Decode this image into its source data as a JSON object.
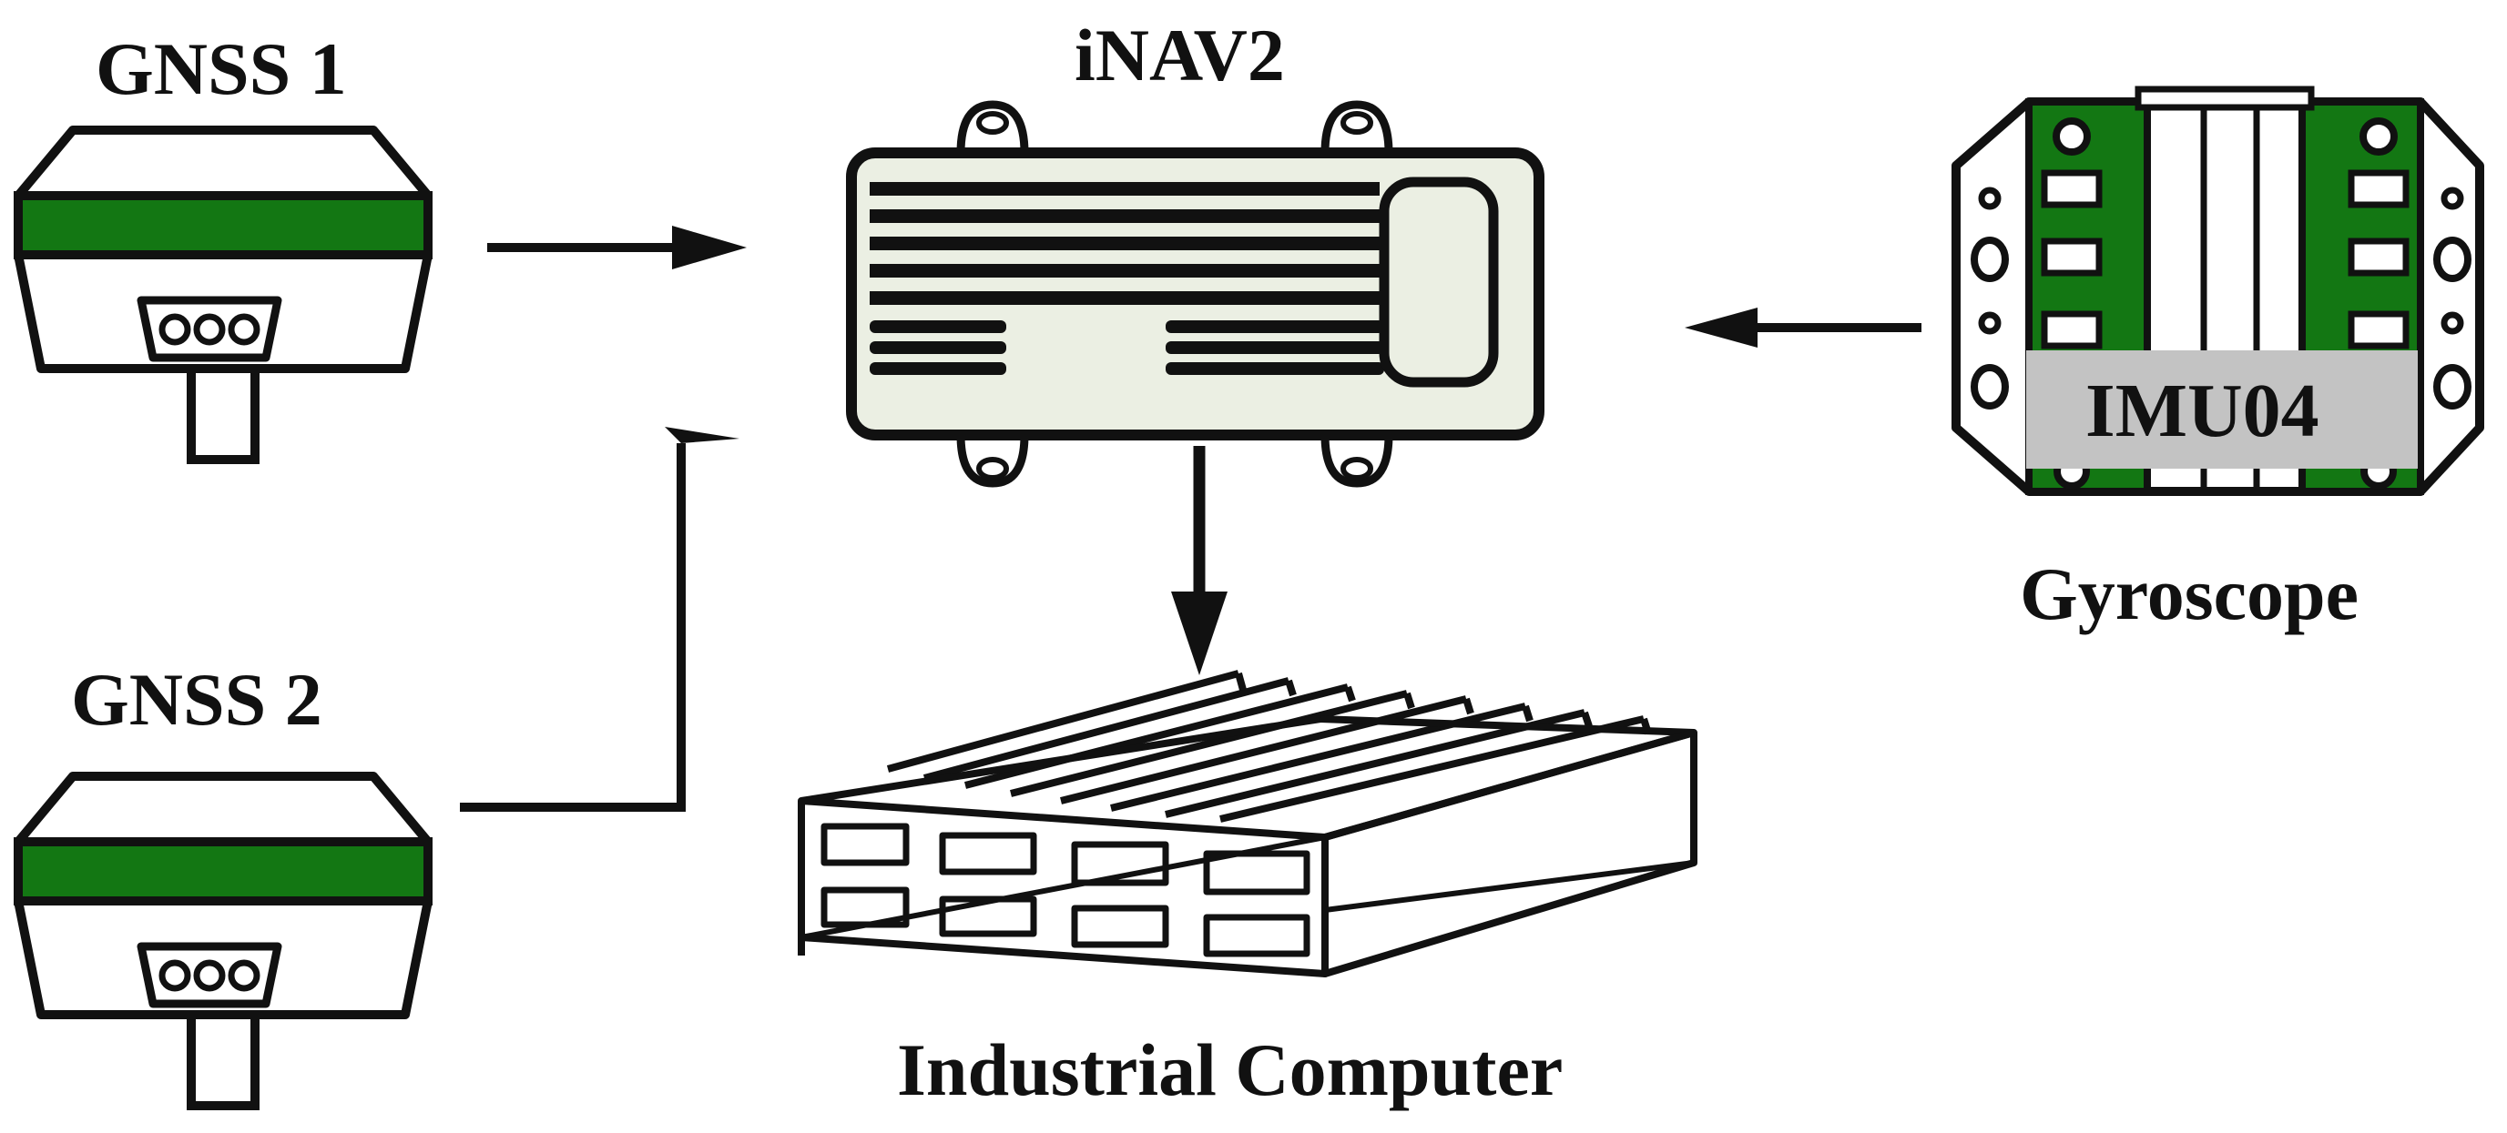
{
  "labels": {
    "gnss1": "GNSS 1",
    "gnss2": "GNSS 2",
    "inav": "iNAV2",
    "imu_badge": "IMU04",
    "gyroscope": "Gyroscope",
    "computer": "Industrial Computer"
  },
  "colors": {
    "stroke": "#111111",
    "gnss_band": "#137713",
    "imu_board": "#137713",
    "inav_body": "#ebefe3",
    "imu_badge": "#c3c3c3"
  },
  "icons": [
    "gnss-receiver-icon",
    "inav-unit-icon",
    "imu-board-icon",
    "industrial-computer-icon",
    "arrow"
  ]
}
